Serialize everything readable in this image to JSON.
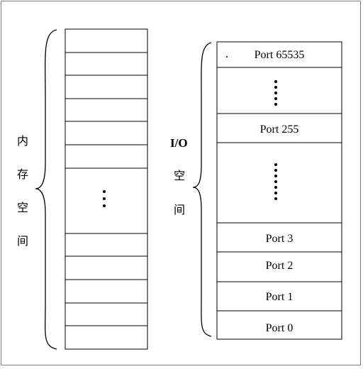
{
  "memory_space": {
    "label_chars": [
      "内",
      "存",
      "空",
      "间"
    ]
  },
  "io_space": {
    "title": "I/O",
    "label_chars": [
      "空",
      "间"
    ]
  },
  "ports": {
    "p65535": "Port 65535",
    "p255": "Port 255",
    "p3": "Port 3",
    "p2": "Port 2",
    "p1": "Port 1",
    "p0": "Port 0"
  },
  "colors": {
    "line": "#000000",
    "frame": "#7f7f7f"
  }
}
